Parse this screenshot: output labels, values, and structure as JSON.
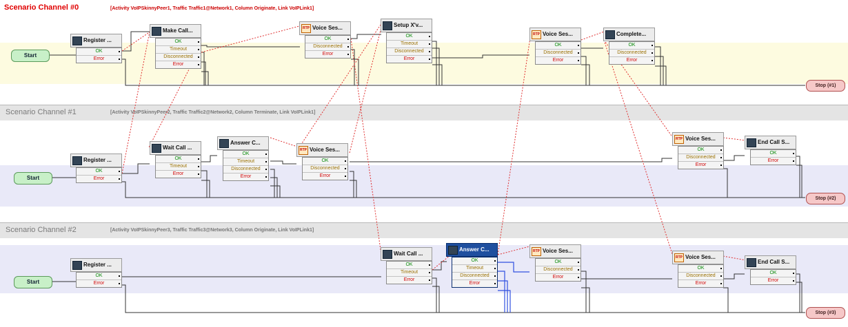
{
  "channels": [
    {
      "title": "Scenario Channel #0",
      "description": "[Activity VoIPSkinnyPeer1, Traffic Traffic1@Network1, Column Originate, Link VoIPLink1]",
      "start_label": "Start",
      "stop_label": "Stop (#1)",
      "nodes": [
        {
          "title": "Register ...",
          "outputs": [
            "OK",
            "Error"
          ]
        },
        {
          "title": "Make Call...",
          "outputs": [
            "OK",
            "Timeout",
            "Disconnected",
            "Error"
          ]
        },
        {
          "title": "Voice Ses...",
          "outputs": [
            "OK",
            "Disconnected",
            "Error"
          ]
        },
        {
          "title": "Setup X'v...",
          "outputs": [
            "OK",
            "Timeout",
            "Disconnected",
            "Error"
          ]
        },
        {
          "title": "Voice Ses...",
          "outputs": [
            "OK",
            "Disconnected",
            "Error"
          ]
        },
        {
          "title": "Complete...",
          "outputs": [
            "OK",
            "Disconnected",
            "Error"
          ]
        }
      ]
    },
    {
      "title": "Scenario Channel #1",
      "description": "[Activity VoIPSkinnyPeer2, Traffic Traffic2@Network2, Column Terminate, Link VoIPLink1]",
      "start_label": "Start",
      "stop_label": "Stop (#2)",
      "nodes": [
        {
          "title": "Register ...",
          "outputs": [
            "OK",
            "Error"
          ]
        },
        {
          "title": "Wait Call ...",
          "outputs": [
            "OK",
            "Timeout",
            "Error"
          ]
        },
        {
          "title": "Answer C...",
          "outputs": [
            "OK",
            "Timeout",
            "Disconnected",
            "Error"
          ]
        },
        {
          "title": "Voice Ses...",
          "outputs": [
            "OK",
            "Disconnected",
            "Error"
          ]
        },
        {
          "title": "Voice Ses...",
          "outputs": [
            "OK",
            "Disconnected",
            "Error"
          ]
        },
        {
          "title": "End Call S...",
          "outputs": [
            "OK",
            "Error"
          ]
        }
      ]
    },
    {
      "title": "Scenario Channel #2",
      "description": "[Activity VoIPSkinnyPeer3, Traffic Traffic3@Network3, Column Originate, Link VoIPLink1]",
      "start_label": "Start",
      "stop_label": "Stop (#3)",
      "nodes": [
        {
          "title": "Register ...",
          "outputs": [
            "OK",
            "Error"
          ]
        },
        {
          "title": "Wait Call ...",
          "outputs": [
            "OK",
            "Timeout",
            "Error"
          ]
        },
        {
          "title": "Answer C...",
          "outputs": [
            "OK",
            "Timeout",
            "Disconnected",
            "Error"
          ]
        },
        {
          "title": "Voice Ses...",
          "outputs": [
            "OK",
            "Disconnected",
            "Error"
          ]
        },
        {
          "title": "Voice Ses...",
          "outputs": [
            "OK",
            "Disconnected",
            "Error"
          ]
        },
        {
          "title": "End Call S...",
          "outputs": [
            "OK",
            "Error"
          ]
        }
      ]
    }
  ],
  "rtp_icon_text": "RTP",
  "colors": {
    "band_ch0": "#fdfbe0",
    "band_ch12": "#e9e9f8",
    "sync_line": "#e03030",
    "selected_wire": "#3050e0"
  }
}
